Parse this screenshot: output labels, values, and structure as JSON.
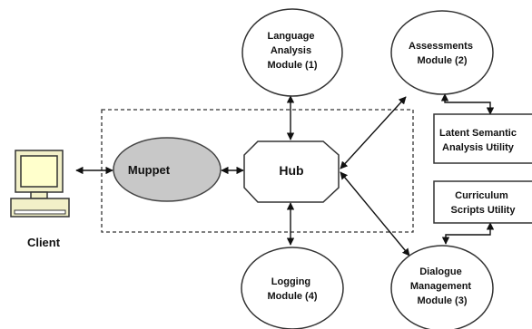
{
  "client": {
    "label": "Client"
  },
  "muppet": {
    "label": "Muppet"
  },
  "hub": {
    "label": "Hub"
  },
  "language_module": {
    "lines": [
      "Language",
      "Analysis",
      "Module (1)"
    ]
  },
  "assessments_module": {
    "lines": [
      "Assessments",
      "Module (2)"
    ]
  },
  "logging_module": {
    "lines": [
      "Logging",
      "Module (4)"
    ]
  },
  "dialogue_module": {
    "lines": [
      "Dialogue",
      "Management",
      "Module (3)"
    ]
  },
  "lsa_utility": {
    "lines": [
      "Latent Semantic",
      "Analysis Utility"
    ]
  },
  "curriculum_utility": {
    "lines": [
      "Curriculum",
      "Scripts Utility"
    ]
  },
  "colors": {
    "muppet_fill": "#c8c8c8",
    "monitor_fill": "#ffffcc",
    "computer_body": "#f2f0c8"
  }
}
